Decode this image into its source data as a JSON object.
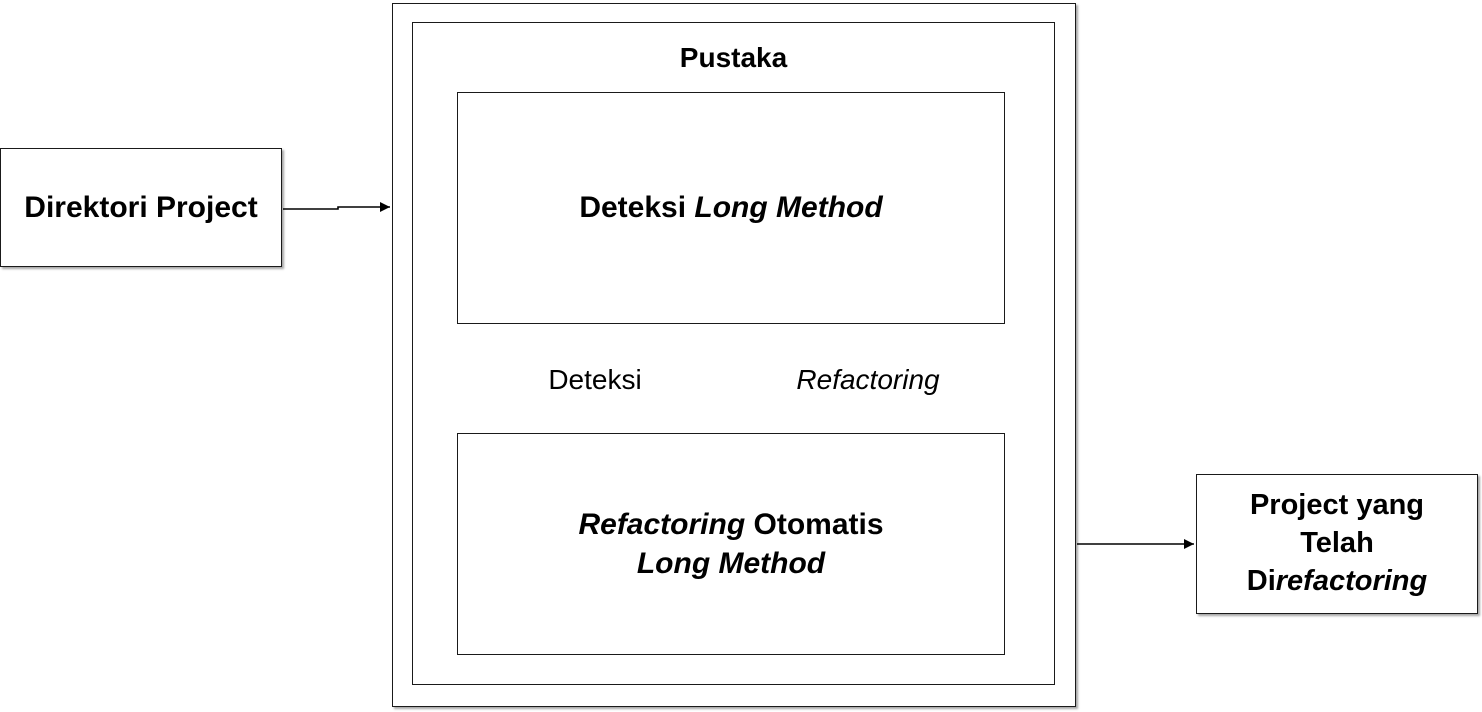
{
  "input": {
    "label": "Direktori Project"
  },
  "library": {
    "title": "Pustaka"
  },
  "detection": {
    "prefix": "Deteksi ",
    "italic": "Long Method"
  },
  "refactor": {
    "italic": "Refactoring",
    "rest": " Otomatis",
    "line2": "Long Method"
  },
  "edges": {
    "detect": "Deteksi",
    "refactor": "Refactoring"
  },
  "output": {
    "line1": "Project yang",
    "line2": "Telah",
    "line3_prefix": "Di",
    "line3_italic": "refactoring"
  }
}
